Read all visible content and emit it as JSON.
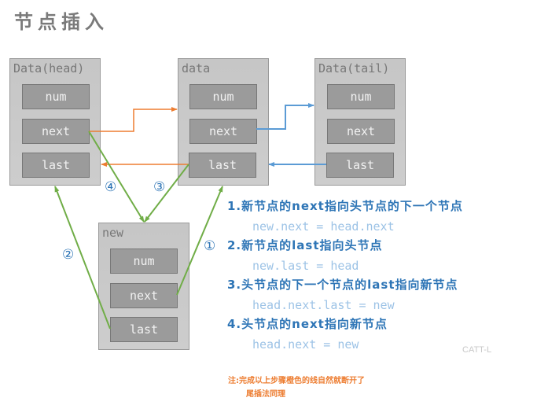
{
  "title": "节点插入",
  "nodes": {
    "head": {
      "label": "Data(head)",
      "fields": [
        "num",
        "next",
        "last"
      ]
    },
    "data": {
      "label": "data",
      "fields": [
        "num",
        "next",
        "last"
      ]
    },
    "tail": {
      "label": "Data(tail)",
      "fields": [
        "num",
        "next",
        "last"
      ]
    },
    "new": {
      "label": "new",
      "fields": [
        "num",
        "next",
        "last"
      ]
    }
  },
  "markers": [
    "①",
    "②",
    "③",
    "④"
  ],
  "steps": [
    {
      "title": "1.新节点的next指向头节点的下一个节点",
      "code": "new.next = head.next"
    },
    {
      "title": "2.新节点的last指向头节点",
      "code": "new.last = head"
    },
    {
      "title": "3.头节点的下一个节点的last指向新节点",
      "code": "head.next.last = new"
    },
    {
      "title": "4.头节点的next指向新节点",
      "code": "head.next = new"
    }
  ],
  "watermark": "CATT-L",
  "note": {
    "line1": "注:完成以上步骤橙色的线自然就断开了",
    "line2": "尾插法同理"
  },
  "colors": {
    "orange": "#ed7d31",
    "blue": "#5b9bd5",
    "green": "#70ad47",
    "step_title": "#2e75b6",
    "step_code": "#9dc3e6"
  }
}
